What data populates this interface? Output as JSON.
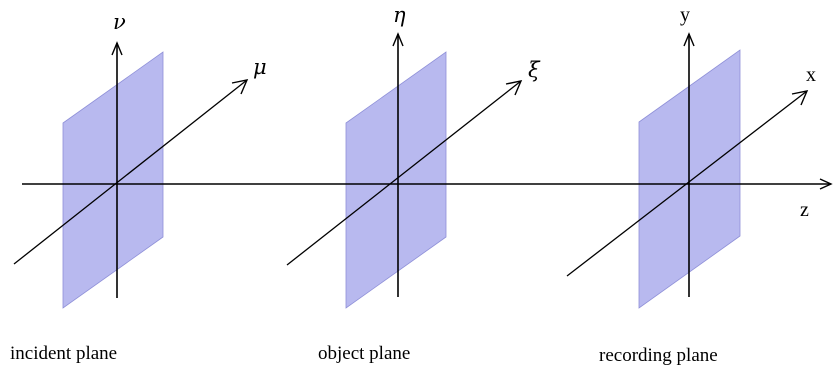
{
  "diagram": {
    "z_axis": {
      "label": "z"
    },
    "planes": [
      {
        "id": "incident",
        "caption": "incident plane",
        "vertical_axis_label": "ν",
        "oblique_axis_label": "μ"
      },
      {
        "id": "object",
        "caption": "object plane",
        "vertical_axis_label": "η",
        "oblique_axis_label": "ξ"
      },
      {
        "id": "recording",
        "caption": "recording plane",
        "vertical_axis_label": "y",
        "oblique_axis_label": "x"
      }
    ],
    "colors": {
      "plane_fill": "#b8b9ef",
      "line": "#000000"
    }
  }
}
